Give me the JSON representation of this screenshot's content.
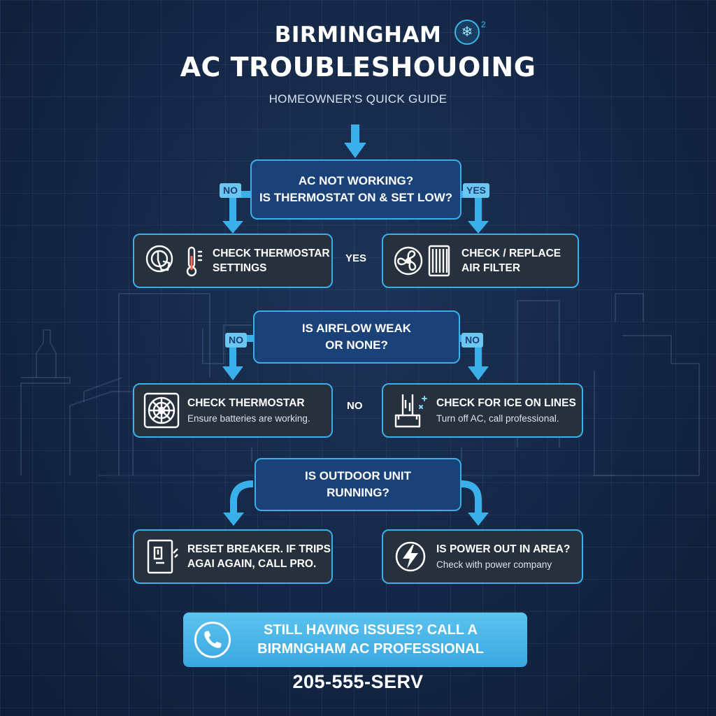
{
  "header": {
    "title_line1": "BIRMINGHAM",
    "title_line2": "AC TROUBLESHOUOING",
    "superscript": "2",
    "subtitle": "HOMEOWNER'S QUICK GUIDE",
    "snowflake_glyph": "❄"
  },
  "questions": [
    {
      "line1": "AC NOT WORKING?",
      "line2": "IS THERMOSTAT ON & SET LOW?"
    },
    {
      "line1": "IS AIRFLOW WEAK",
      "line2": "OR NONE?"
    },
    {
      "line1": "IS OUTDOOR UNIT",
      "line2": "RUNNING?"
    }
  ],
  "actions": [
    {
      "title": "CHECK THERMOSTAR",
      "title2": "SETTINGS",
      "sub": "",
      "icon": "thermostat-touch-icon"
    },
    {
      "title": "CHECK / REPLACE",
      "title2": "AIR FILTER",
      "sub": "",
      "icon": "fan-filter-icon"
    },
    {
      "title": "CHECK THERMOSTAR",
      "title2": "",
      "sub": "Ensure batteries are working.",
      "icon": "vent-grille-icon"
    },
    {
      "title": "CHECK FOR ICE ON LINES",
      "title2": "",
      "sub": "Turn off AC, call professional.",
      "icon": "frozen-pipe-icon"
    },
    {
      "title": "RESET BREAKER. IF TRIPS",
      "title2": "AGAI AGAIN, CALL PRO.",
      "sub": "",
      "icon": "breaker-panel-icon"
    },
    {
      "title": "IS POWER OUT IN AREA?",
      "title2": "",
      "sub": "Check with power company",
      "icon": "lightning-icon"
    }
  ],
  "labels": {
    "q1_no": "NO",
    "q1_yes": "YES",
    "row1_mid": "YES",
    "q2_no_left": "NO",
    "q2_no_right": "NO",
    "row2_mid": "NO"
  },
  "cta": {
    "line1": "STILL HAVING ISSUES? CALL A",
    "line2": "BIRMNGHAM AC PROFESSIONAL",
    "icon": "phone-icon"
  },
  "phone": "205-555-SERV",
  "colors": {
    "background": "#142645",
    "accent": "#3ab0ea",
    "question_fill": "#1b4179",
    "answer_fill": "#27313d",
    "cta_fill": "#4bb6e8"
  }
}
